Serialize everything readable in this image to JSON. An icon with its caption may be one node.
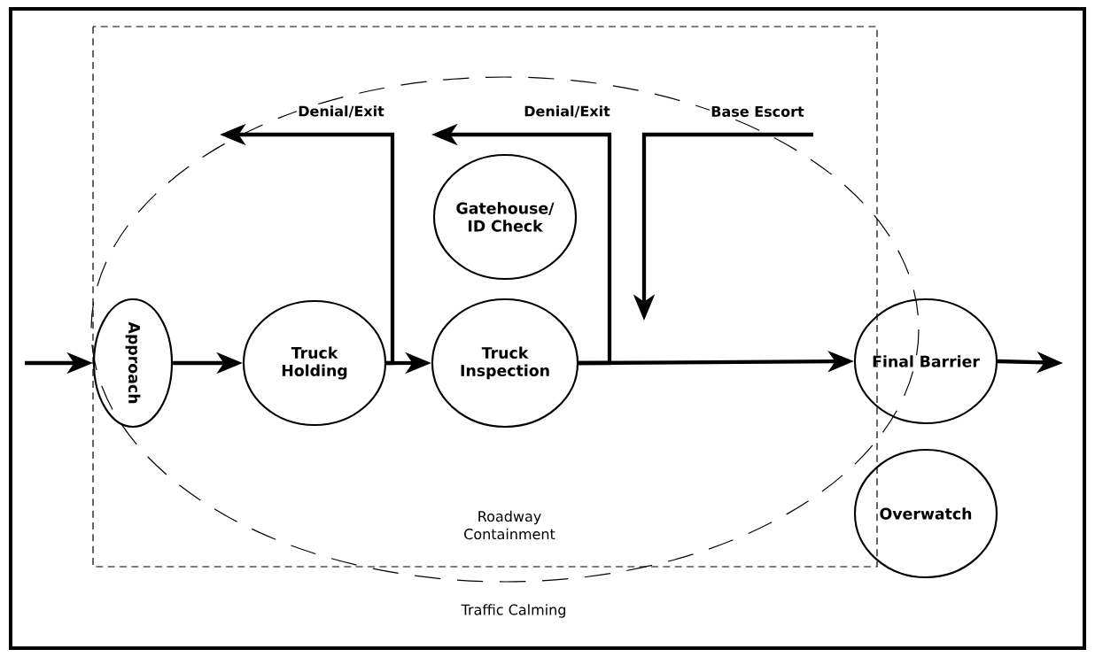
{
  "diagram": {
    "nodes": [
      {
        "text": [
          "Approach"
        ]
      },
      {
        "text": [
          "Truck Holding"
        ]
      },
      {
        "text": [
          "Gatehouse/ ID Check"
        ]
      },
      {
        "text": [
          "Truck Inspection"
        ]
      },
      {
        "text": [
          "Final Barrier"
        ]
      },
      {
        "text": [
          "Overwatch"
        ]
      }
    ],
    "edges": [
      {
        "from": null,
        "to": 0,
        "arrow": "to"
      },
      {
        "from": 0,
        "to": 1,
        "arrow": "to"
      },
      {
        "from": 1,
        "to": 3,
        "arrow": "to"
      },
      {
        "from": 3,
        "to": 4,
        "arrow": "to"
      },
      {
        "from": 4,
        "to": null,
        "arrow": "to"
      },
      {
        "from": 1,
        "to": null,
        "arrow": "to",
        "label": "Denial/Exit"
      },
      {
        "from": 3,
        "to": null,
        "arrow": "to",
        "label": "Denial/Exit"
      }
    ],
    "labels": [
      "Base Escort",
      "Roadway Containment",
      "Traffic Calming"
    ]
  }
}
